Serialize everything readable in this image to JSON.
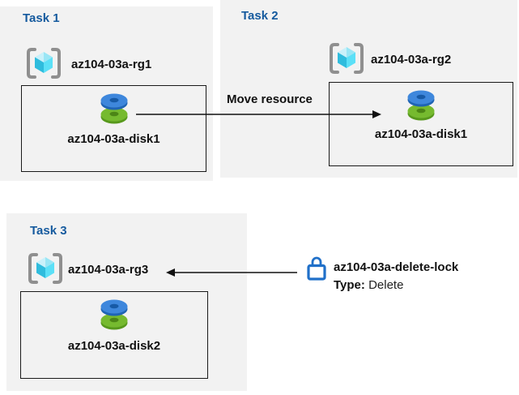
{
  "colors": {
    "title_blue": "#155a9e",
    "panel_bg": "#f2f2f2",
    "lock_blue": "#2070c9",
    "disk_blue": "#3e87dc",
    "disk_green": "#76ba2f",
    "cube_cyan": "#5be0f7",
    "arrow_black": "#111111"
  },
  "tasks": [
    {
      "title": "Task 1",
      "resource_group": "az104-03a-rg1",
      "resource": "az104-03a-disk1"
    },
    {
      "title": "Task 2",
      "resource_group": "az104-03a-rg2",
      "resource": "az104-03a-disk1"
    },
    {
      "title": "Task 3",
      "resource_group": "az104-03a-rg3",
      "resource": "az104-03a-disk2"
    }
  ],
  "annotations": {
    "move_arrow_label": "Move resource",
    "lock_name": "az104-03a-delete-lock",
    "lock_type_label": "Type:",
    "lock_type_value": "Delete"
  }
}
